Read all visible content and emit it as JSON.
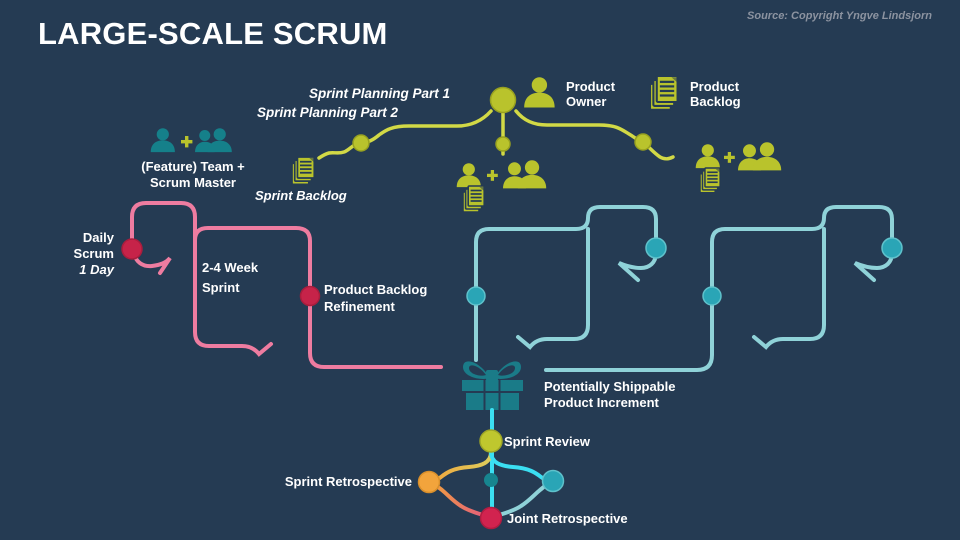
{
  "slide": {
    "title": "LARGE-SCALE SCRUM",
    "source": "Source: Copyright Yngve Lindsjorn"
  },
  "top": {
    "sprint_planning_part1": "Sprint Planning Part 1",
    "sprint_planning_part2": "Sprint Planning Part 2",
    "product_owner_line1": "Product",
    "product_owner_line2": "Owner",
    "product_backlog_line1": "Product",
    "product_backlog_line2": "Backlog",
    "sprint_backlog": "Sprint Backlog"
  },
  "feature_team": {
    "line1": "(Feature) Team +",
    "line2": "Scrum Master"
  },
  "sprint_loop": {
    "daily_line1": "Daily",
    "daily_line2": "Scrum",
    "daily_line3": "1 Day",
    "sprint_line1": "2-4 Week",
    "sprint_line2": "Sprint",
    "refinement_line1": "Product Backlog",
    "refinement_line2": "Refinement"
  },
  "bottom": {
    "increment_line1": "Potentially Shippable",
    "increment_line2": "Product Increment",
    "sprint_review": "Sprint Review",
    "sprint_retrospective": "Sprint Retrospective",
    "joint_retrospective": "Joint Retrospective"
  },
  "colors": {
    "background": "#253B53",
    "yellow_icon": "#B9C32C",
    "yellow_line": "#D2D946",
    "pink_line": "#EE7CA0",
    "crimson_dot": "#C62349",
    "teal_line": "#8FD2D8",
    "teal_dot": "#2AA5B6",
    "teal_icon": "#15808A",
    "gift_teal": "#1A7B88",
    "cyan_line": "#3BDFF2",
    "orange_dot": "#F2A43C",
    "text": "#FFFFFF"
  }
}
